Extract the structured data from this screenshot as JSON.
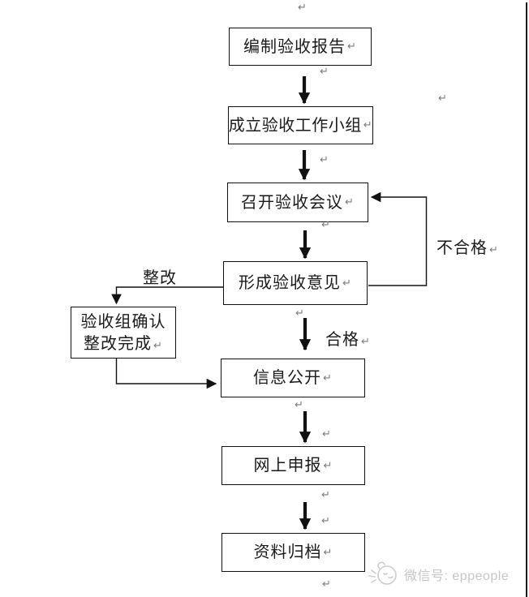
{
  "formatting_mark": "↵",
  "flow": {
    "nodes": [
      {
        "id": "compile-report",
        "label": "编制验收报告"
      },
      {
        "id": "establish-acceptance-group",
        "label": "成立验收工作小组"
      },
      {
        "id": "hold-acceptance-meeting",
        "label": "召开验收会议"
      },
      {
        "id": "form-acceptance-opinion",
        "label": "形成验收意见"
      },
      {
        "id": "confirm-rectification-complete",
        "label_line1": "验收组确认",
        "label_line2": "整改完成"
      },
      {
        "id": "information-disclosure",
        "label": "信息公开"
      },
      {
        "id": "online-declaration",
        "label": "网上申报"
      },
      {
        "id": "archive-materials",
        "label": "资料归档"
      }
    ],
    "edge_labels": {
      "rectification": "整改",
      "unqualified": "不合格",
      "qualified": "合格"
    }
  },
  "watermark": {
    "text": "微信号: eppeople"
  },
  "colors": {
    "line": "#111111",
    "box_border": "#111111",
    "paragraph_mark": "#7c7c7c",
    "watermark_gray": "#c6c6c6",
    "background": "#ffffff"
  }
}
